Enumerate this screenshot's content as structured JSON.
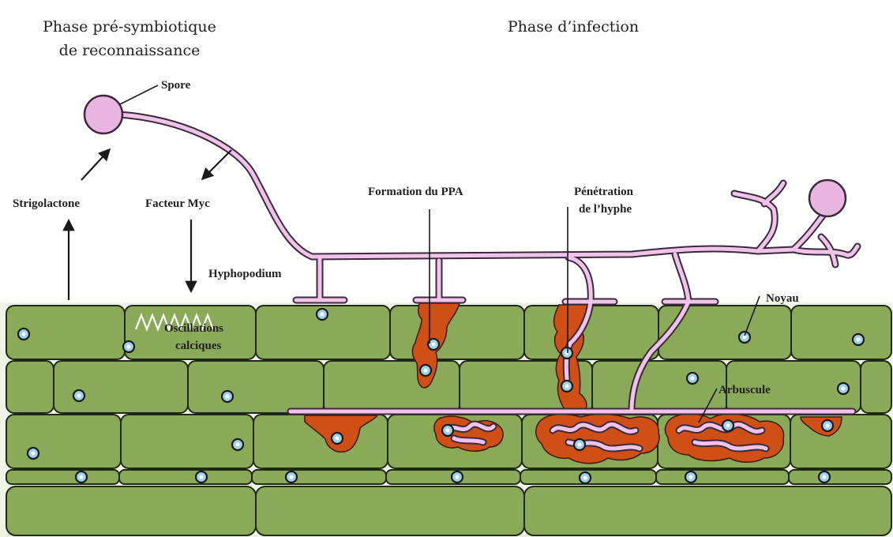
{
  "headings": {
    "pre_symbiotic_line1": "Phase pré-symbiotique",
    "pre_symbiotic_line2": "de reconnaissance",
    "infection": "Phase d’infection"
  },
  "labels": {
    "spore": "Spore",
    "strigolactone": "Strigolactone",
    "myc_factor": "Facteur Myc",
    "hyphopodium": "Hyphopodium",
    "ppa_formation": "Formation du PPA",
    "penetration_line1": "Pénétration",
    "penetration_line2": "de l’hyphe",
    "nucleus": "Noyau",
    "calcium_line1": "Oscillations",
    "calcium_line2": "calciques",
    "arbuscule": "Arbuscule"
  },
  "colors": {
    "root_cell": "#8aaa5a",
    "cell_outline": "#1f2a14",
    "fungal_hypha": "#f0c3ea",
    "spore": "#e8b6e0",
    "ppa_arbuscule": "#cf4f16",
    "nucleus": "#9fd2ea"
  }
}
